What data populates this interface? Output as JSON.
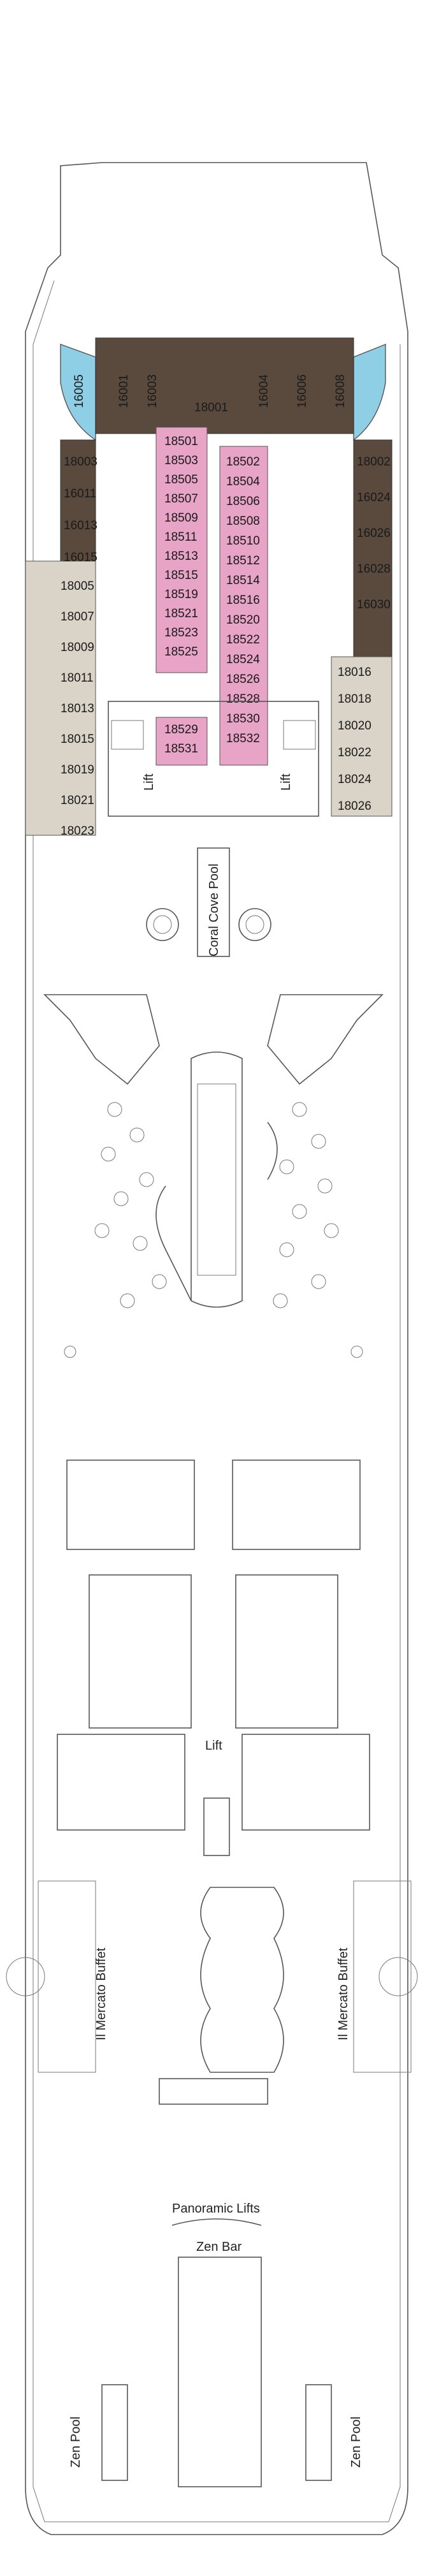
{
  "colors": {
    "suite_brown": "#5a4a3e",
    "interior_pink": "#e7a4c7",
    "balcony_tan": "#d9d4c7",
    "lounge_blue": "#8fcfe6",
    "line": "#555555"
  },
  "suites_top": [
    {
      "id": "16005",
      "label": "16005"
    },
    {
      "id": "16001",
      "label": "16001"
    },
    {
      "id": "16003",
      "label": "16003"
    },
    {
      "id": "18001",
      "label": "18001"
    },
    {
      "id": "16004",
      "label": "16004"
    },
    {
      "id": "16006",
      "label": "16006"
    },
    {
      "id": "16008",
      "label": "16008"
    }
  ],
  "cabins_left_brown": [
    "18003",
    "16011",
    "16013",
    "16015"
  ],
  "cabins_right_brown": [
    "18002",
    "16024",
    "16026",
    "16028",
    "16030"
  ],
  "cabins_left_tan": [
    "18005",
    "18007",
    "18009",
    "18011",
    "18013",
    "18015",
    "18019",
    "18021",
    "18023"
  ],
  "cabins_right_tan": [
    "18016",
    "18018",
    "18020",
    "18022",
    "18024",
    "18026"
  ],
  "cabins_inner_left": [
    "18501",
    "18503",
    "18505",
    "18507",
    "18509",
    "18511",
    "18513",
    "18515",
    "18519",
    "18521",
    "18523",
    "18525",
    "18529",
    "18531"
  ],
  "cabins_inner_right": [
    "18502",
    "18504",
    "18506",
    "18508",
    "18510",
    "18512",
    "18514",
    "18516",
    "18520",
    "18522",
    "18524",
    "18526",
    "18528",
    "18530",
    "18532"
  ],
  "labels": {
    "lift_left": "Lift",
    "lift_right": "Lift",
    "coral_cove_pool": "Coral Cove Pool",
    "lift_center": "Lift",
    "mercato_left": "Il Mercato Buffet",
    "mercato_right": "Il Mercato Buffet",
    "panoramic_lifts": "Panoramic Lifts",
    "zen_bar": "Zen Bar",
    "zen_pool_left": "Zen Pool",
    "zen_pool_right": "Zen Pool"
  }
}
